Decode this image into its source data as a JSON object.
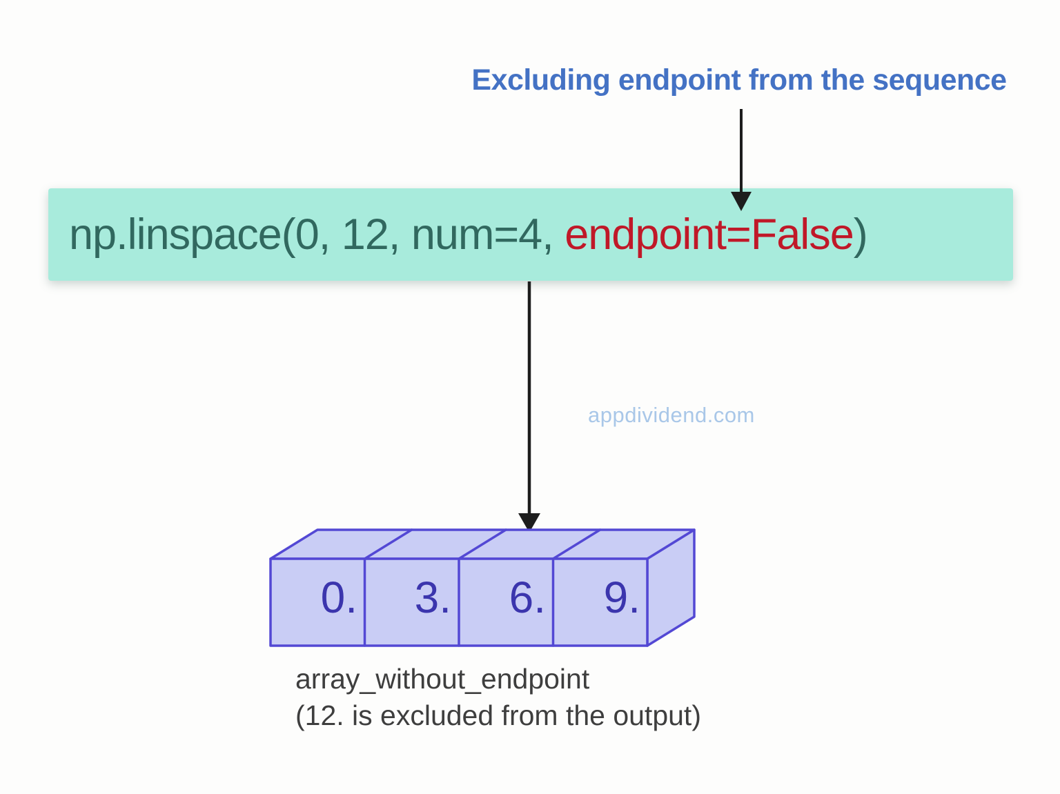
{
  "title": {
    "text": "Excluding endpoint from the sequence",
    "color": "#4472c4"
  },
  "code_box": {
    "prefix": "np.linspace(0, 12, num=4, ",
    "highlight": "endpoint=False",
    "suffix": ")",
    "background_color": "#a8ebdc",
    "text_color": "#31685f",
    "highlight_color": "#c01828"
  },
  "watermark": {
    "text": "appdividend.com",
    "color": "#a9c7e8"
  },
  "array": {
    "values": [
      "0.",
      "3.",
      "6.",
      "9."
    ],
    "cell_fill": "#c9cdf5",
    "border_color": "#5348d4",
    "value_color": "#3b35ad"
  },
  "caption": {
    "line1": "array_without_endpoint",
    "line2": "(12. is excluded from the output)"
  },
  "arrows": {
    "color": "#1d1d1d"
  }
}
